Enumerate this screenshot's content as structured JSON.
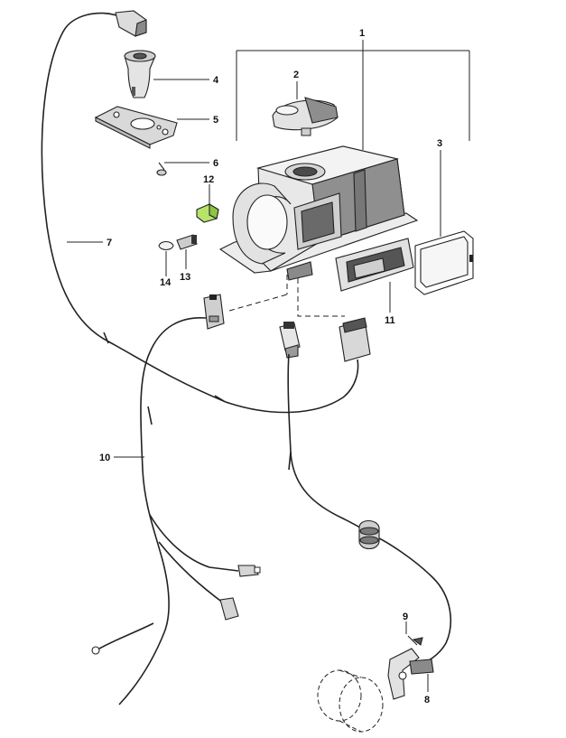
{
  "callouts": {
    "c1": "1",
    "c2": "2",
    "c3": "3",
    "c4": "4",
    "c5": "5",
    "c6": "6",
    "c7": "7",
    "c8": "8",
    "c9": "9",
    "c10": "10",
    "c11": "11",
    "c12": "12",
    "c13": "13",
    "c14": "14"
  },
  "colors": {
    "line": "#222222",
    "part_fill": "#e6e6e6",
    "part_shade": "#9a9a9a",
    "highlight": "#b7e36b"
  }
}
